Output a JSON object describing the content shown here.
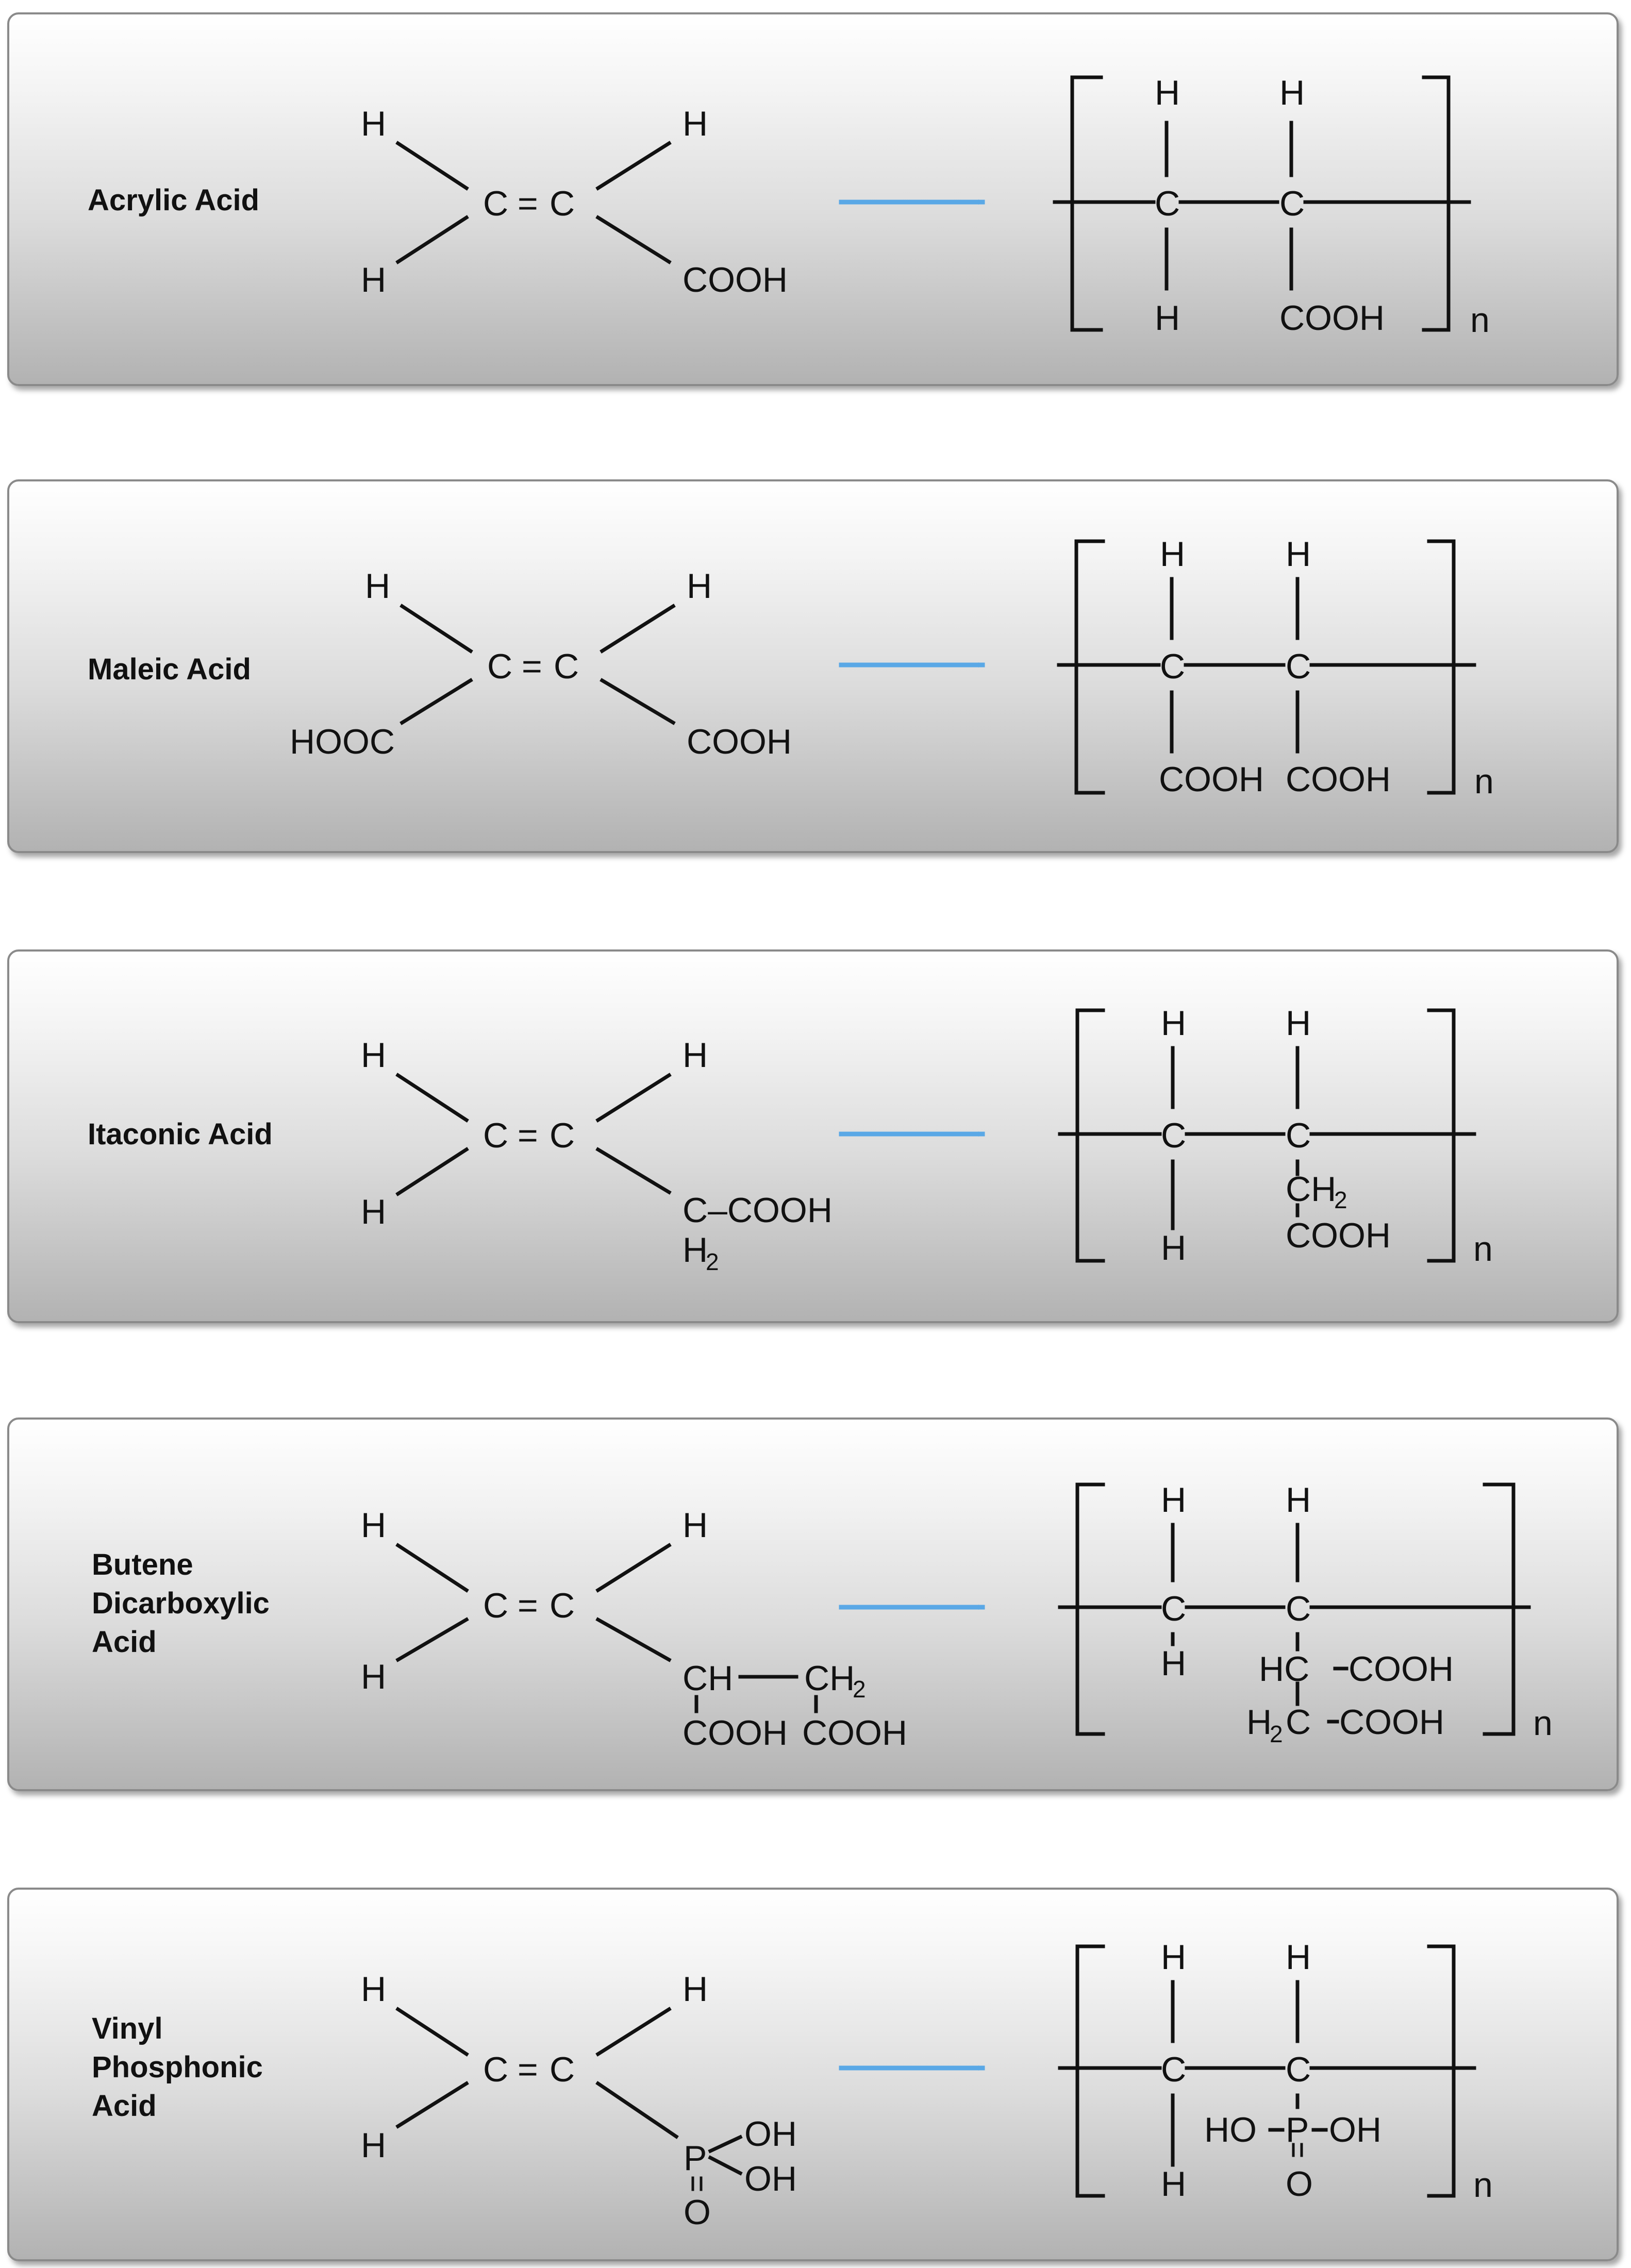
{
  "colors": {
    "arrow": "#5aa8e6",
    "panel_top": "#ffffff",
    "panel_bottom": "#b2b2b2",
    "ink": "#111111"
  },
  "panels": [
    {
      "name": [
        "Acrylic Acid"
      ],
      "monomer": {
        "tl": "H",
        "bl": "H",
        "c1": "C",
        "eq": "=",
        "c2": "C",
        "tr": "H",
        "br": "COOH"
      },
      "polymer": {
        "c1_top": "H",
        "c1": "C",
        "c1_bot": "H",
        "c2_top": "H",
        "c2": "C",
        "c2_bot": "COOH",
        "n": "n"
      }
    },
    {
      "name": [
        "Maleic Acid"
      ],
      "monomer": {
        "tl": "H",
        "bl": "HOOC",
        "c1": "C",
        "eq": "=",
        "c2": "C",
        "tr": "H",
        "br": "COOH"
      },
      "polymer": {
        "c1_top": "H",
        "c1": "C",
        "c1_bot": "COOH",
        "c2_top": "H",
        "c2": "C",
        "c2_bot": "COOH",
        "n": "n"
      }
    },
    {
      "name": [
        "Itaconic Acid"
      ],
      "monomer": {
        "tl": "H",
        "bl": "H",
        "c1": "C",
        "eq": "=",
        "c2": "C",
        "tr": "H",
        "br": "C–COOH",
        "br_h": "H",
        "br_h_sub": "2"
      },
      "polymer": {
        "c1_top": "H",
        "c1": "C",
        "c1_bot": "H",
        "c2_top": "H",
        "c2": "C",
        "c2_mid": "CH",
        "c2_mid_sub": "2",
        "c2_bot": "COOH",
        "n": "n"
      }
    },
    {
      "name": [
        "Butene",
        "Dicarboxylic",
        "Acid"
      ],
      "monomer": {
        "tl": "H",
        "bl": "H",
        "c1": "C",
        "eq": "=",
        "c2": "C",
        "tr": "H",
        "ch": "CH",
        "ch2": "CH",
        "ch2_sub": "2",
        "cooh1": "COOH",
        "cooh2": "COOH"
      },
      "polymer": {
        "c1_top": "H",
        "c1": "C",
        "c1_bot": "H",
        "c2_top": "H",
        "c2": "C",
        "hc": "HC",
        "hc_cooh": "COOH",
        "h2c_h": "H",
        "h2c_sub": "2",
        "h2c_c": "C",
        "h2c_cooh": "COOH",
        "n": "n"
      }
    },
    {
      "name": [
        "Vinyl",
        "Phosphonic",
        "Acid"
      ],
      "monomer": {
        "tl": "H",
        "bl": "H",
        "c1": "C",
        "eq": "=",
        "c2": "C",
        "tr": "H",
        "p": "P",
        "oh1": "OH",
        "oh2": "OH",
        "o": "O"
      },
      "polymer": {
        "c1_top": "H",
        "c1": "C",
        "c1_bot": "H",
        "c2_top": "H",
        "c2": "C",
        "ho": "HO",
        "p": "P",
        "oh": "OH",
        "o": "O",
        "n": "n"
      }
    }
  ]
}
